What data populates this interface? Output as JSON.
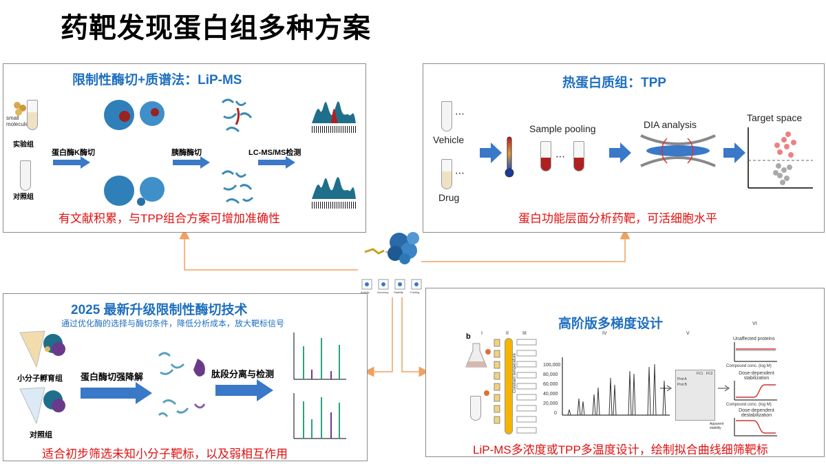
{
  "title": "药靶发现蛋白组多种方案",
  "lip": {
    "title": "限制性酶切+质谱法：LiP-MS",
    "small_molecule": "small molecule",
    "exp_group": "实验组",
    "ctrl_group": "对照组",
    "step1": "蛋白酶K酶切",
    "step2": "胰酶酶切",
    "step3": "LC-MS/MS检测",
    "note": "有文献积累，与TPP组合方案可增加准确性"
  },
  "tpp": {
    "title": "热蛋白质组：TPP",
    "vehicle": "Vehicle",
    "drug": "Drug",
    "pooling": "Sample pooling",
    "dia": "DIA analysis",
    "target": "Target space",
    "note": "蛋白功能层面分析药靶，可活细胞水平"
  },
  "new": {
    "title": "2025 最新升级限制性酶切技术",
    "subtitle": "通过优化酶的选择与酶切条件，降低分析成本，放大靶标信号",
    "incubate": "小分子孵育组",
    "ctrl": "对照组",
    "step1": "蛋白酶切强降解",
    "step2": "肽段分离与检测",
    "note": "适合初步筛选未知小分子靶标，以及弱相互作用"
  },
  "adv": {
    "title": "高阶版多梯度设计",
    "b": "b",
    "col_labels": [
      "I",
      "II",
      "III",
      "IV",
      "V",
      "VI"
    ],
    "thermo": "Constant temperature",
    "unaffected": "Unaffected proteins",
    "dose1": "Dose-dependent stabilization",
    "dose2": "Dose-dependent destabilization",
    "xlab": "Compound conc. (log M)",
    "ylab": "Apparent stability",
    "table_headers": [
      "FC1",
      "FC2"
    ],
    "table_rows": [
      "Prot A",
      "Prot B"
    ],
    "y_ticks": [
      "100,000",
      "80,000",
      "60,000",
      "40,000",
      "20,000",
      "0"
    ],
    "note": "LiP-MS多浓度或TPP多温度设计，绘制拟合曲线细筛靶标"
  },
  "center_labels": [
    "Activity",
    "Accuracy",
    "Stability",
    "Folding"
  ],
  "colors": {
    "title_blue": "#1f6fbf",
    "note_red": "#e01010",
    "arrow_orange": "#f0a060",
    "arrow_blue": "#3a78c8"
  }
}
